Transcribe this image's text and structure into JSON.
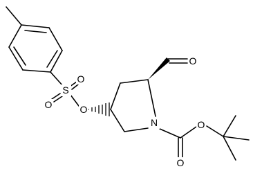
{
  "atoms": {
    "sulfonyl_o_top": "O",
    "sulfur": "S",
    "sulfonyl_o_bottom": "O",
    "ester_o": "O",
    "aldehyde_o": "O",
    "nitrogen": "N",
    "boc_ester_o": "O",
    "boc_carbonyl_o": "O"
  }
}
